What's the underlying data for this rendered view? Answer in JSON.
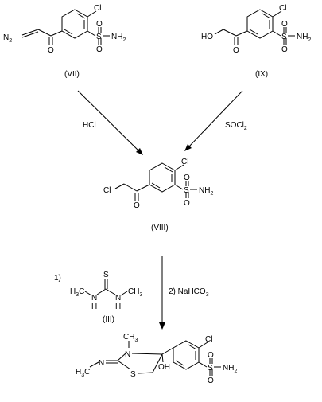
{
  "compounds": {
    "vii": {
      "label": "(VII)",
      "atoms": {
        "n2": "N",
        "n2_sub": "2",
        "o": "O",
        "cl": "Cl",
        "s": "S",
        "o1": "O",
        "o2": "O",
        "nh2": "NH",
        "nh2_sub": "2"
      }
    },
    "ix": {
      "label": "(IX)",
      "atoms": {
        "ho": "HO",
        "o": "O",
        "cl": "Cl",
        "s": "S",
        "o1": "O",
        "o2": "O",
        "nh2": "NH",
        "nh2_sub": "2"
      }
    },
    "viii": {
      "label": "(VIII)",
      "atoms": {
        "cl1": "Cl",
        "o": "O",
        "cl2": "Cl",
        "s": "S",
        "o1": "O",
        "o2": "O",
        "nh2": "NH",
        "nh2_sub": "2"
      }
    },
    "iii": {
      "label": "(III)",
      "atoms": {
        "s": "S",
        "nh1": "N",
        "nh2": "N",
        "h1": "H",
        "h2": "H",
        "c1": "H",
        "c1_sub": "3",
        "c1_c": "C",
        "c2": "H",
        "c2_sub": "3",
        "c2_c": "C"
      }
    },
    "product": {
      "atoms": {
        "h3c": "H",
        "h3c_sub": "3",
        "h3c_c": "C",
        "n_exo": "N",
        "n_ring": "N",
        "me": "CH",
        "me_sub": "3",
        "s": "S",
        "oh": "OH",
        "cl": "Cl",
        "s2": "S",
        "o1": "O",
        "o2": "O",
        "nh2": "NH",
        "nh2_sub": "2"
      }
    }
  },
  "reagents": {
    "hcl": "HCl",
    "socl2": "SOCl",
    "socl2_sub": "2",
    "step1": "1)",
    "step2": "2) NaHCO",
    "step2_sub": "3"
  }
}
